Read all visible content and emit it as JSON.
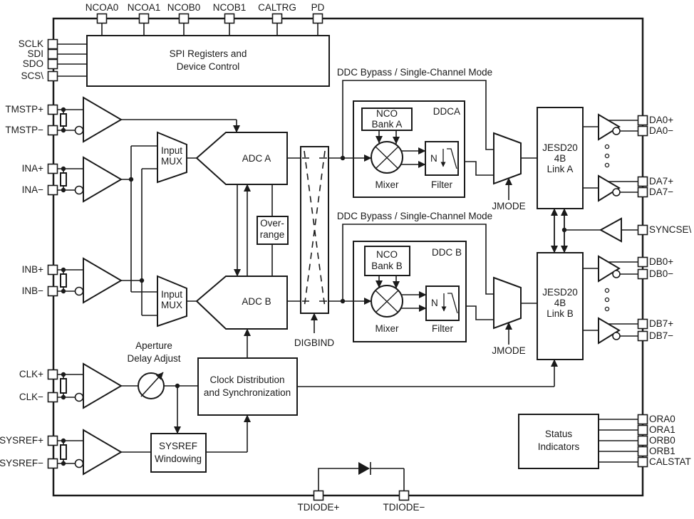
{
  "pins": {
    "top": [
      "NCOA0",
      "NCOA1",
      "NCOB0",
      "NCOB1",
      "CALTRG",
      "PD"
    ],
    "left": [
      "SCLK",
      "SDI",
      "SDO",
      "SCS\\",
      "TMSTP+",
      "TMSTP−",
      "INA+",
      "INA−",
      "INB+",
      "INB−",
      "CLK+",
      "CLK−",
      "SYSREF+",
      "SYSREF−"
    ],
    "right": [
      "DA0+",
      "DA0−",
      "DA7+",
      "DA7−",
      "SYNCSE\\",
      "DB0+",
      "DB0−",
      "DB7+",
      "DB7−",
      "ORA0",
      "ORA1",
      "ORB0",
      "ORB1",
      "CALSTAT"
    ],
    "bottom": [
      "TDIODE+",
      "TDIODE−"
    ]
  },
  "blocks": {
    "spi": {
      "l1": "SPI Registers and",
      "l2": "Device Control"
    },
    "input_mux": {
      "l1": "Input",
      "l2": "MUX"
    },
    "adc_a": "ADC A",
    "adc_b": "ADC B",
    "over_range": {
      "l1": "Over-",
      "l2": "range"
    },
    "ddc_a": "DDCA",
    "ddc_b": "DDC B",
    "nco": "NCO",
    "nco_a_bank": "Bank A",
    "nco_b_bank": "Bank B",
    "mixer": "Mixer",
    "filter": "Filter",
    "filter_n": "N",
    "jesd": {
      "l1": "JESD20",
      "l2": "4B"
    },
    "jesd_a_l3": "Link A",
    "jesd_b_l3": "Link B",
    "jmode": "JMODE",
    "clock": {
      "l1": "Clock Distribution",
      "l2": "and Synchronization"
    },
    "sysref_win": {
      "l1": "SYSREF",
      "l2": "Windowing"
    },
    "status": {
      "l1": "Status",
      "l2": "Indicators"
    },
    "aperture": {
      "l1": "Aperture",
      "l2": "Delay Adjust"
    },
    "digbind": "DIGBIND",
    "bypass": "DDC Bypass / Single-Channel Mode"
  },
  "colors": {
    "line": "#1a1a1a",
    "background": "#ffffff"
  }
}
